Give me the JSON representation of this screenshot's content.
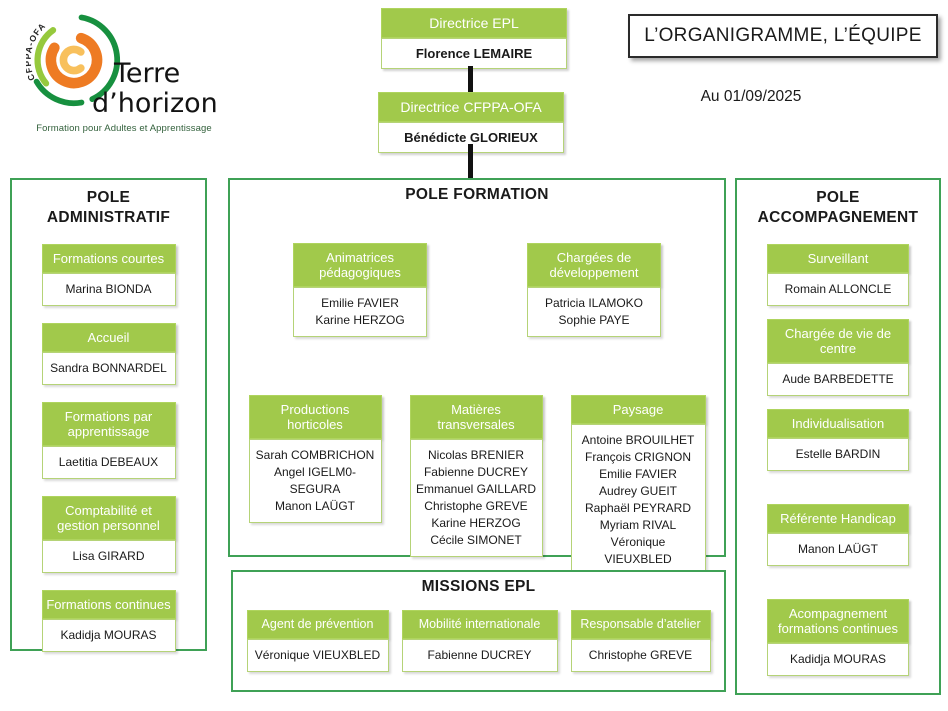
{
  "header": {
    "logo": {
      "arc_text": "CFPPA-OFA",
      "brand_line1": "Terre",
      "brand_line2": "d’horizon",
      "tagline": "Formation pour Adultes et Apprentissage"
    },
    "title_box": "L’ORGANIGRAMME, L’ÉQUIPE",
    "date": "Au 01/09/2025"
  },
  "direction": [
    {
      "role": "Directrice EPL",
      "name": "Florence LEMAIRE"
    },
    {
      "role": "Directrice CFPPA-OFA",
      "name": "Bénédicte GLORIEUX"
    }
  ],
  "poles": {
    "administratif": {
      "title": "POLE ADMINISTRATIF",
      "units": [
        {
          "role": "Formations courtes",
          "names": [
            "Marina BIONDA"
          ]
        },
        {
          "role": "Accueil",
          "names": [
            "Sandra BONNARDEL"
          ]
        },
        {
          "role": "Formations par apprentissage",
          "names": [
            "Laetitia DEBEAUX"
          ]
        },
        {
          "role": "Comptabilité et gestion personnel",
          "names": [
            "Lisa GIRARD"
          ]
        },
        {
          "role": "Formations continues",
          "names": [
            "Kadidja MOURAS"
          ]
        }
      ]
    },
    "formation": {
      "title": "POLE FORMATION",
      "row1": [
        {
          "role": "Animatrices pédagogiques",
          "names": [
            "Emilie FAVIER",
            "Karine HERZOG"
          ]
        },
        {
          "role": "Chargées de développement",
          "names": [
            "Patricia ILAMOKO",
            "Sophie PAYE"
          ]
        }
      ],
      "row2": [
        {
          "role": "Productions horticoles",
          "names": [
            "Sarah COMBRICHON",
            "Angel IGELM0-SEGURA",
            "Manon LAÜGT"
          ]
        },
        {
          "role": "Matières transversales",
          "names": [
            "Nicolas BRENIER",
            "Fabienne DUCREY",
            "Emmanuel GAILLARD",
            "Christophe GREVE",
            "Karine HERZOG",
            "Cécile SIMONET"
          ]
        },
        {
          "role": "Paysage",
          "names": [
            "Antoine BROUILHET",
            "François CRIGNON",
            "Emilie FAVIER",
            "Audrey GUEIT",
            "Raphaël PEYRARD",
            "Myriam RIVAL",
            "Véronique VIEUXBLED"
          ]
        }
      ]
    },
    "accompagnement": {
      "title": "POLE ACCOMPAGNEMENT",
      "units": [
        {
          "role": "Surveillant",
          "names": [
            "Romain ALLONCLE"
          ]
        },
        {
          "role": "Chargée de vie de centre",
          "names": [
            "Aude BARBEDETTE"
          ]
        },
        {
          "role": "Individualisation",
          "names": [
            "Estelle BARDIN"
          ]
        },
        {
          "role": "Référente Handicap",
          "names": [
            "Manon LAÜGT"
          ]
        },
        {
          "role": "Acompagnement formations continues",
          "names": [
            "Kadidja MOURAS"
          ]
        }
      ]
    },
    "missions": {
      "title": "MISSIONS EPL",
      "units": [
        {
          "role": "Agent de prévention",
          "names": [
            "Véronique VIEUXBLED"
          ]
        },
        {
          "role": "Mobilité internationale",
          "names": [
            "Fabienne DUCREY"
          ]
        },
        {
          "role": "Responsable d’atelier",
          "names": [
            "Christophe GREVE"
          ]
        }
      ]
    }
  },
  "colors": {
    "green": "#A1C94B",
    "green_border": "#AFD45E",
    "body_border": "#B5D377",
    "pole_border": "#3FA156",
    "connector": "#111111",
    "title_border": "#2B2B2B",
    "tagline_green": "#33613C",
    "logo_dark_green": "#17903F",
    "logo_light_green": "#96C93D",
    "logo_orange": "#EE7B23",
    "logo_pale_orange": "#F8C05C"
  }
}
